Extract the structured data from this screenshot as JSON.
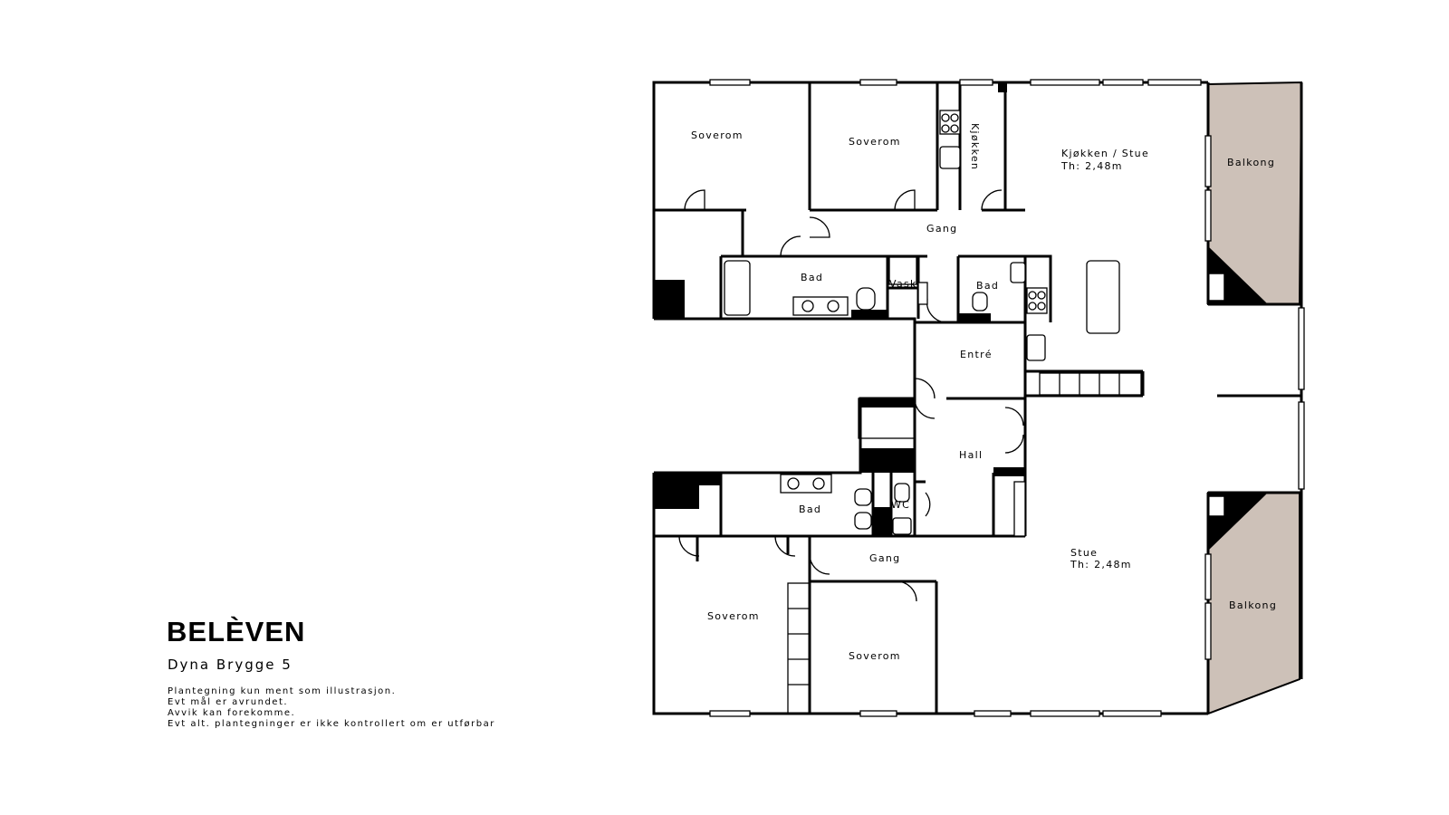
{
  "brand": {
    "name": "BELÈVEN",
    "address": "Dyna Brygge 5"
  },
  "disclaimer": [
    "Plantegning kun ment som illustrasjon.",
    "Evt mål er avrundet.",
    "Avvik kan forekomme.",
    "Evt alt. plantegninger er ikke kontrollert om er utførbar"
  ],
  "rooms": {
    "soverom_nw": "Soverom",
    "soverom_n": "Soverom",
    "kjokken": "Kjøkken",
    "kjokken_stue": "Kjøkken / Stue",
    "kjokken_stue_height": "Th: 2,48m",
    "balkong_top": "Balkong",
    "gang_top": "Gang",
    "bad_top": "Bad",
    "vask": "Vask",
    "bad_mid": "Bad",
    "entre": "Entré",
    "hall": "Hall",
    "bad_bottom": "Bad",
    "wc": "WC",
    "gang_bottom": "Gang",
    "stue": "Stue",
    "stue_height": "Th: 2,48m",
    "balkong_bottom": "Balkong",
    "soverom_sw": "Soverom",
    "soverom_s": "Soverom"
  },
  "colors": {
    "wall": "#000000",
    "balcony": "#cdc1b8",
    "background": "#ffffff"
  }
}
